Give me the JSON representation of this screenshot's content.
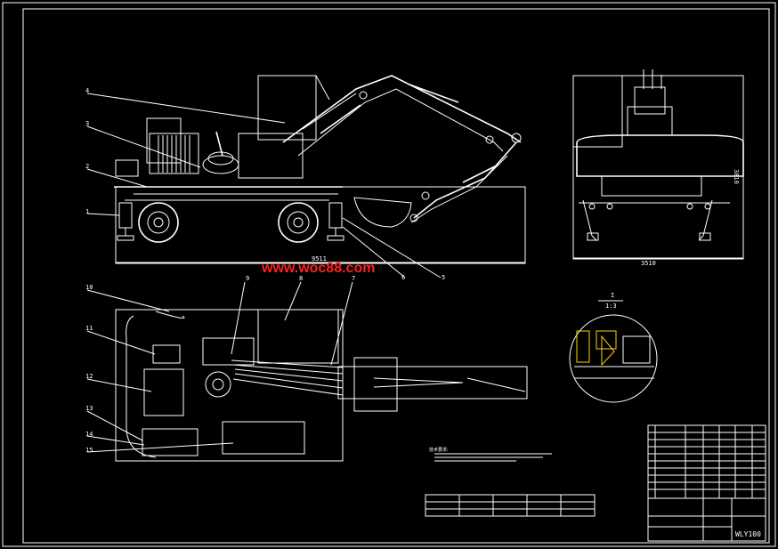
{
  "drawing": {
    "watermark": "www.woc88.com",
    "dim_length": "9511",
    "dim_height": "3810",
    "dim_width": "3510",
    "section_label": "I",
    "section_scale": "1:3",
    "tech_title": "技术要求:",
    "drawing_code": "WLY100",
    "part_labels": [
      "1",
      "2",
      "3",
      "4",
      "5",
      "6",
      "7",
      "8",
      "9",
      "10",
      "11",
      "12",
      "13",
      "14",
      "15"
    ]
  }
}
